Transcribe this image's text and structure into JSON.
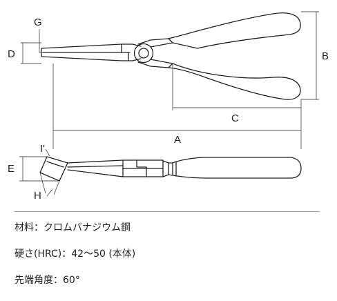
{
  "figure": {
    "dimension_labels": {
      "a": "A",
      "b": "B",
      "c": "C",
      "d": "D",
      "e": "E",
      "g": "G",
      "h": "H",
      "i_prime": "I'"
    },
    "colors": {
      "outline": "#1f1f1f",
      "dimension_line": "#555555",
      "text": "#222222"
    }
  },
  "specs": {
    "material": "材料：クロムバナジウム鋼",
    "hardness": "硬さ(HRC)：42～50 (本体)",
    "tip_angle": "先端角度：60°"
  }
}
